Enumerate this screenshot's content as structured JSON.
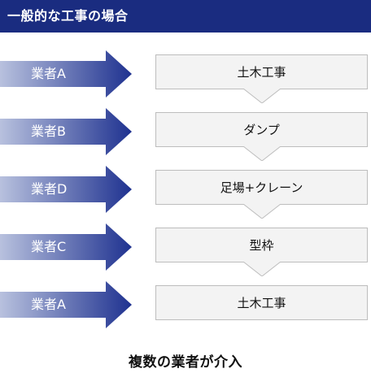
{
  "header": {
    "title": "一般的な工事の場合"
  },
  "colors": {
    "header_bg": "#1a2c80",
    "arrow_start": "#b8c1de",
    "arrow_end": "#1f3290",
    "task_box_bg": "#f3f3f3",
    "task_box_border": "#bdbdbd"
  },
  "flow": [
    {
      "vendor": "業者A",
      "task": "土木工事"
    },
    {
      "vendor": "業者B",
      "task": "ダンプ"
    },
    {
      "vendor": "業者D",
      "task": "足場+クレーン"
    },
    {
      "vendor": "業者C",
      "task": "型枠"
    },
    {
      "vendor": "業者A",
      "task": "土木工事"
    }
  ],
  "summary": "複数の業者が介入"
}
